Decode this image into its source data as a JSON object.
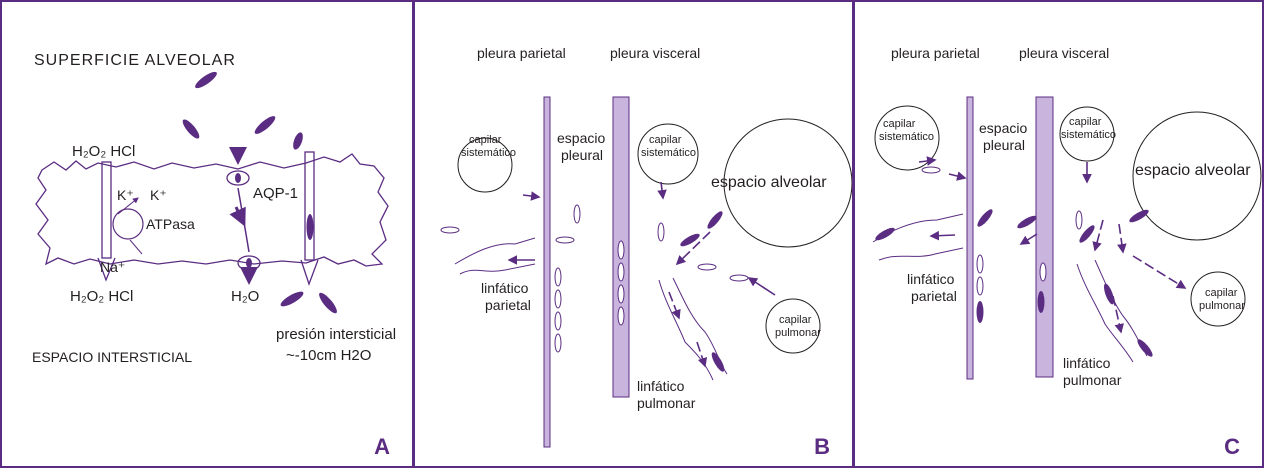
{
  "colors": {
    "purple": "#5b2d82",
    "lavender": "#c8b4dc",
    "text": "#231f20"
  },
  "panel_a": {
    "title": "SUPERFICIE ALVEOLAR",
    "top_ions": "H₂O₂ HCl",
    "bottom_ions": "H₂O₂ HCl",
    "k1": "K⁺",
    "k2": "K⁺",
    "atpase": "ATPasa",
    "na": "Na⁺",
    "aqp": "AQP-1",
    "water": "H₂O",
    "interstitial_pressure": "presión intersticial",
    "pressure_value": "~-10cm H2O",
    "interstitial_space": "ESPACIO INTERSTICIAL",
    "letter": "A"
  },
  "panel_b": {
    "parietal_pleura": "pleura parietal",
    "visceral_pleura": "pleura visceral",
    "pleural_space_1": "espacio",
    "pleural_space_2": "pleural",
    "systemic_capillary_1a": "capilar",
    "systemic_capillary_1b": "sistemático",
    "systemic_capillary_2a": "capilar",
    "systemic_capillary_2b": "sistemático",
    "alveolar_space": "espacio alveolar",
    "parietal_lymph_1": "linfático",
    "parietal_lymph_2": "parietal",
    "pulmonary_lymph_1": "linfático",
    "pulmonary_lymph_2": "pulmonar",
    "pulmonary_capillary_1": "capilar",
    "pulmonary_capillary_2": "pulmonar",
    "letter": "B"
  },
  "panel_c": {
    "parietal_pleura": "pleura parietal",
    "visceral_pleura": "pleura visceral",
    "pleural_space_1": "espacio",
    "pleural_space_2": "pleural",
    "systemic_capillary_1a": "capilar",
    "systemic_capillary_1b": "sistemático",
    "systemic_capillary_2a": "capilar",
    "systemic_capillary_2b": "sistemático",
    "alveolar_space": "espacio alveolar",
    "parietal_lymph_1": "linfático",
    "parietal_lymph_2": "parietal",
    "pulmonary_lymph_1": "linfático",
    "pulmonary_lymph_2": "pulmonar",
    "pulmonary_capillary_1": "capilar",
    "pulmonary_capillary_2": "pulmonar",
    "letter": "C"
  }
}
